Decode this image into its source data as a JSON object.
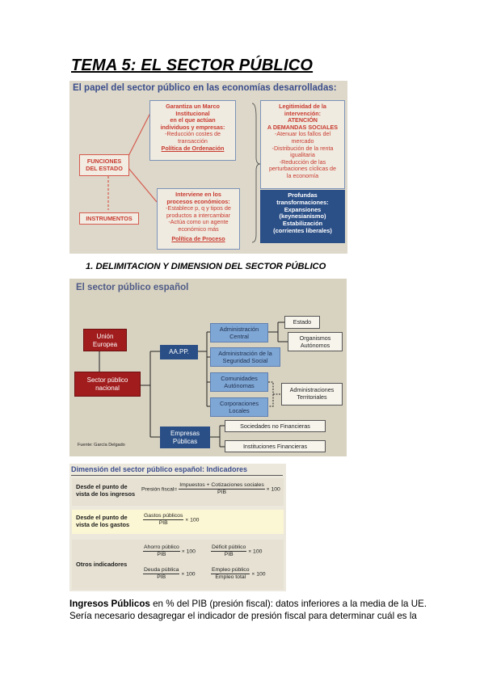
{
  "title": "TEMA 5: EL SECTOR PÚBLICO",
  "figure1": {
    "heading": "El papel del sector público en las economías desarrolladas:",
    "funciones": [
      "FUNCIONES",
      "DEL ESTADO"
    ],
    "instrumentos": "INSTRUMENTOS",
    "marco": {
      "lines": [
        "Garantiza un Marco",
        "Institucional",
        "en el que actúan",
        "individuos y empresas:"
      ],
      "sub": [
        "-Reducción costes de",
        "transacción"
      ],
      "policy": "Política de Ordenación"
    },
    "proceso": {
      "lines": [
        "Interviene en los",
        "procesos económicos:"
      ],
      "sub": [
        "-Establece p, q y tipos de",
        "productos a intercambiar",
        "-Actúa como un agente",
        "económico más"
      ],
      "policy": "Política de Proceso"
    },
    "legitimidad": {
      "lines": [
        "Legitimidad de la",
        "intervención:",
        "ATENCIÓN",
        "A DEMANDAS SOCIALES"
      ],
      "sub": [
        "-Atenuar los fallos del",
        "mercado",
        "-Distribución de la renta",
        "igualitaria",
        "-Reducción de las",
        "perturbaciones cíclicas de",
        "la economía"
      ]
    },
    "transformaciones": [
      "Profundas",
      "transformaciones:",
      "Expansiones",
      "(keynesianismo)",
      "Estabilización",
      "(corrientes liberales)"
    ]
  },
  "section1": "1.   DELIMITACION Y DIMENSION DEL SECTOR PÚBLICO",
  "figure2": {
    "heading": "El sector público español",
    "union": [
      "Unión",
      "Europea"
    ],
    "nacional": [
      "Sector público",
      "nacional"
    ],
    "aapp": "AA.PP.",
    "admin_central": [
      "Administración",
      "Central"
    ],
    "seg_social": [
      "Administración de la",
      "Seguridad Social"
    ],
    "ccaa": [
      "Comunidades",
      "Autónomas"
    ],
    "corporaciones": [
      "Corporaciones",
      "Locales"
    ],
    "estado": "Estado",
    "organismos": [
      "Organismos",
      "Autónomos"
    ],
    "territoriales": [
      "Administraciones",
      "Territoriales"
    ],
    "empresas": [
      "Empresas",
      "Públicas"
    ],
    "soc_no_fin": "Sociedades no Financieras",
    "inst_fin": "Instituciones Financieras",
    "source": "Fuente: García Delgado"
  },
  "figure3": {
    "heading": "Dimensión del sector público español: Indicadores",
    "row1_label": [
      "Desde el punto de",
      "vista de los ingresos"
    ],
    "row1_prefix": "Presión fiscal=",
    "row1_num": "Impuestos + Cotizaciones sociales",
    "row1_den": "PIB",
    "row2_label": [
      "Desde el punto de",
      "vista de los gastos"
    ],
    "row2_num": "Gastos públicos",
    "row2_den": "PIB",
    "row3_label": "Otros indicadores",
    "ahorro_num": "Ahorro público",
    "deficit_num": "Déficit público",
    "deuda_num": "Deuda pública",
    "empleo_num": "Empleo público",
    "empleo_den": "Empleo total",
    "pib": "PIB",
    "times100": "× 100"
  },
  "paragraph": {
    "bold": "Ingresos Públicos",
    "line1_rest": " en % del PIB (presión fiscal): datos inferiores a la media de la UE.",
    "line2": "Sería necesario desagregar el indicador de presión fiscal para determinar cuál es la"
  }
}
